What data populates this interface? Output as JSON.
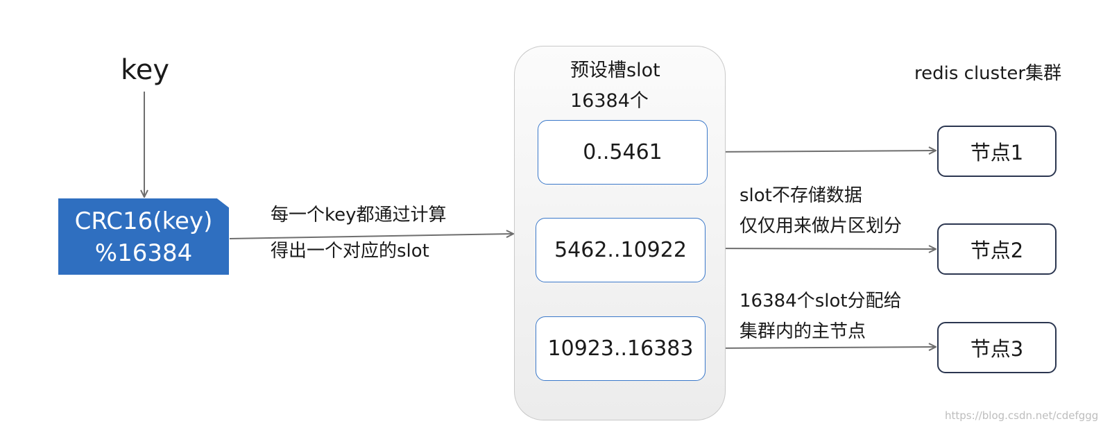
{
  "key_label": "key",
  "hash_box": {
    "line1": "CRC16(key)",
    "line2": "%16384",
    "color": "#2f6fc0"
  },
  "hash_note": {
    "line1": "每一个key都通过计算",
    "line2": "得出一个对应的slot"
  },
  "slot_panel": {
    "title": "预设槽slot",
    "count": "16384个",
    "ranges": [
      "0..5461",
      "5462..10922",
      "10923..16383"
    ]
  },
  "cluster": {
    "label": "redis cluster集群",
    "nodes": [
      "节点1",
      "节点2",
      "节点3"
    ]
  },
  "notes": {
    "slot_line1": "slot不存储数据",
    "slot_line2": "仅仅用来做片区划分",
    "assign_line1": "16384个slot分配给",
    "assign_line2": "集群内的主节点"
  },
  "watermark": "https://blog.csdn.net/cdefggg",
  "colors": {
    "arrow": "#6e6e6e",
    "slot_border": "#3a78c9",
    "node_border": "#2b3650"
  }
}
